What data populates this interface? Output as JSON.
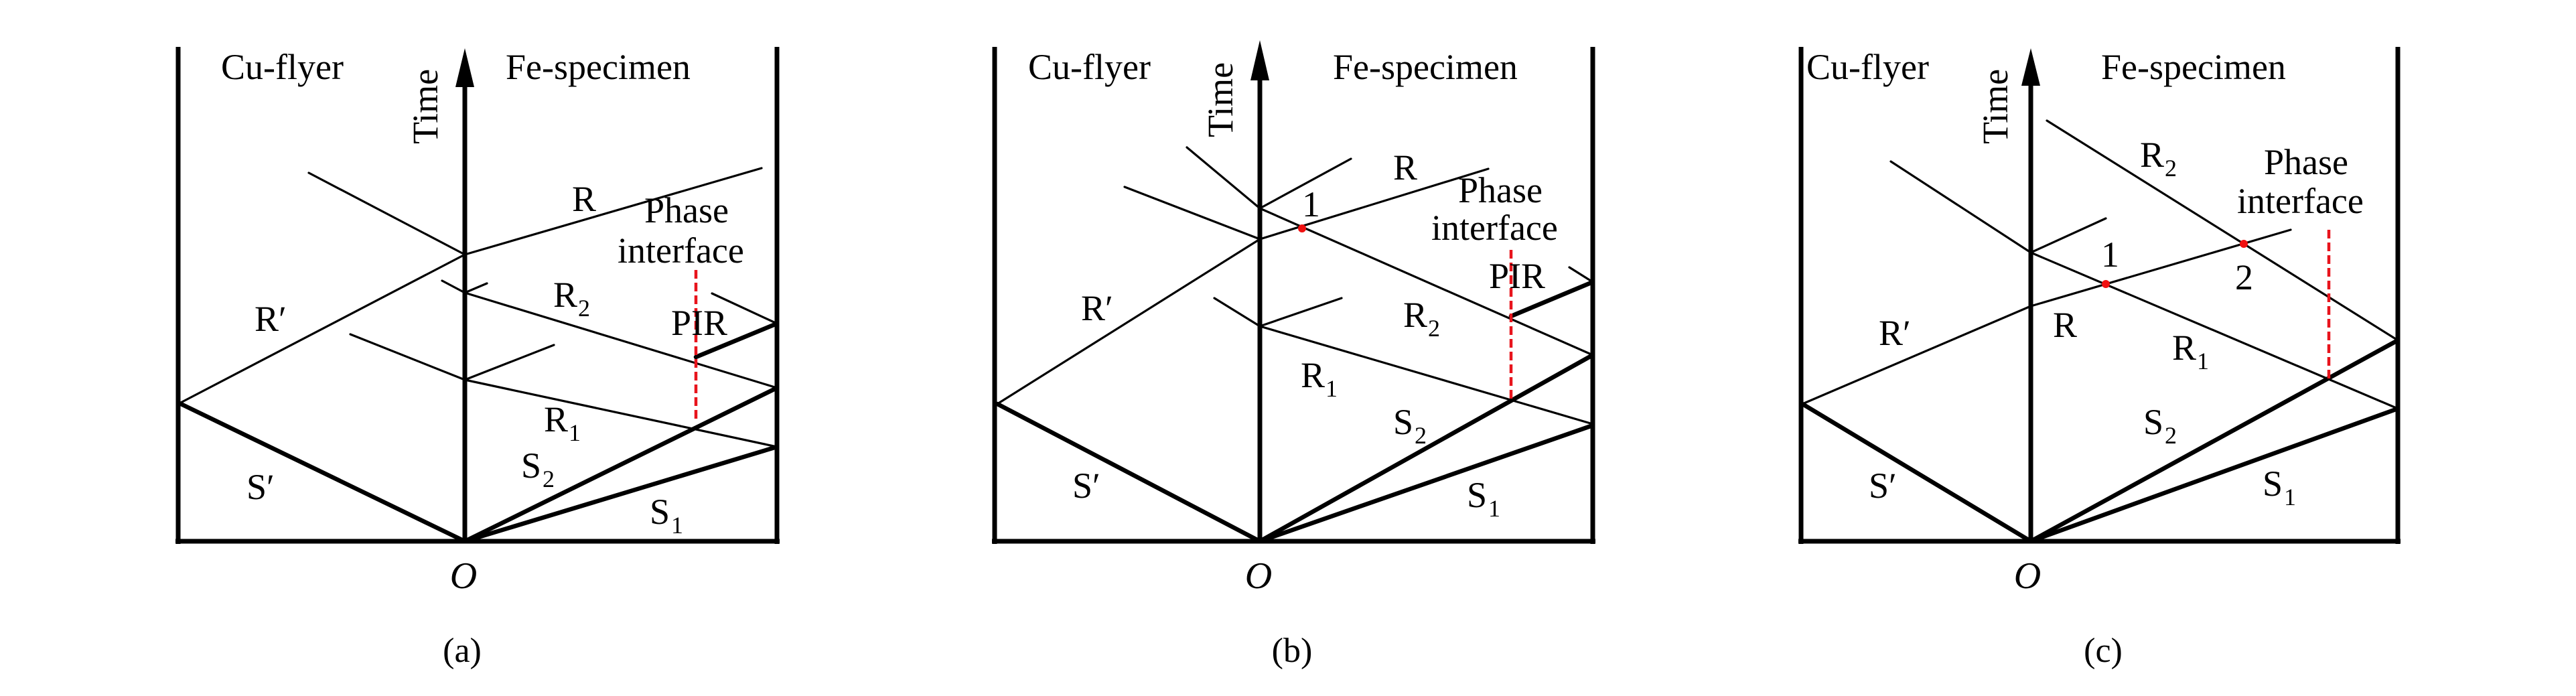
{
  "figure": {
    "panels": [
      {
        "id": "a",
        "caption": "(a)",
        "left_region": "Cu-flyer",
        "right_region": "Fe-specimen",
        "time_axis": "Time",
        "origin": "O",
        "labels": {
          "R": "R",
          "R_prime": "R′",
          "S_prime": "S′",
          "R2": "R",
          "R2_sub": "2",
          "R1": "R",
          "R1_sub": "1",
          "S2": "S",
          "S2_sub": "2",
          "S1": "S",
          "S1_sub": "1",
          "PIR": "PIR",
          "phase_line1": "Phase",
          "phase_line2": "interface"
        }
      },
      {
        "id": "b",
        "caption": "(b)",
        "left_region": "Cu-flyer",
        "right_region": "Fe-specimen",
        "time_axis": "Time",
        "origin": "O",
        "labels": {
          "R": "R",
          "point1": "1",
          "R_prime": "R′",
          "S_prime": "S′",
          "R2": "R",
          "R2_sub": "2",
          "R1": "R",
          "R1_sub": "1",
          "S2": "S",
          "S2_sub": "2",
          "S1": "S",
          "S1_sub": "1",
          "PIR": "PIR",
          "phase_line1": "Phase",
          "phase_line2": "interface"
        }
      },
      {
        "id": "c",
        "caption": "(c)",
        "left_region": "Cu-flyer",
        "right_region": "Fe-specimen",
        "time_axis": "Time",
        "origin": "O",
        "labels": {
          "R": "R",
          "point1": "1",
          "point2": "2",
          "R_prime": "R′",
          "S_prime": "S′",
          "R2": "R",
          "R2_sub": "2",
          "R1": "R",
          "R1_sub": "1",
          "S2": "S",
          "S2_sub": "2",
          "S1": "S",
          "S1_sub": "1",
          "phase_line1": "Phase",
          "phase_line2": "interface"
        }
      }
    ],
    "colors": {
      "lines": "#000000",
      "phase_interface": "#e8141c",
      "intersection_points": "#f01010"
    }
  }
}
